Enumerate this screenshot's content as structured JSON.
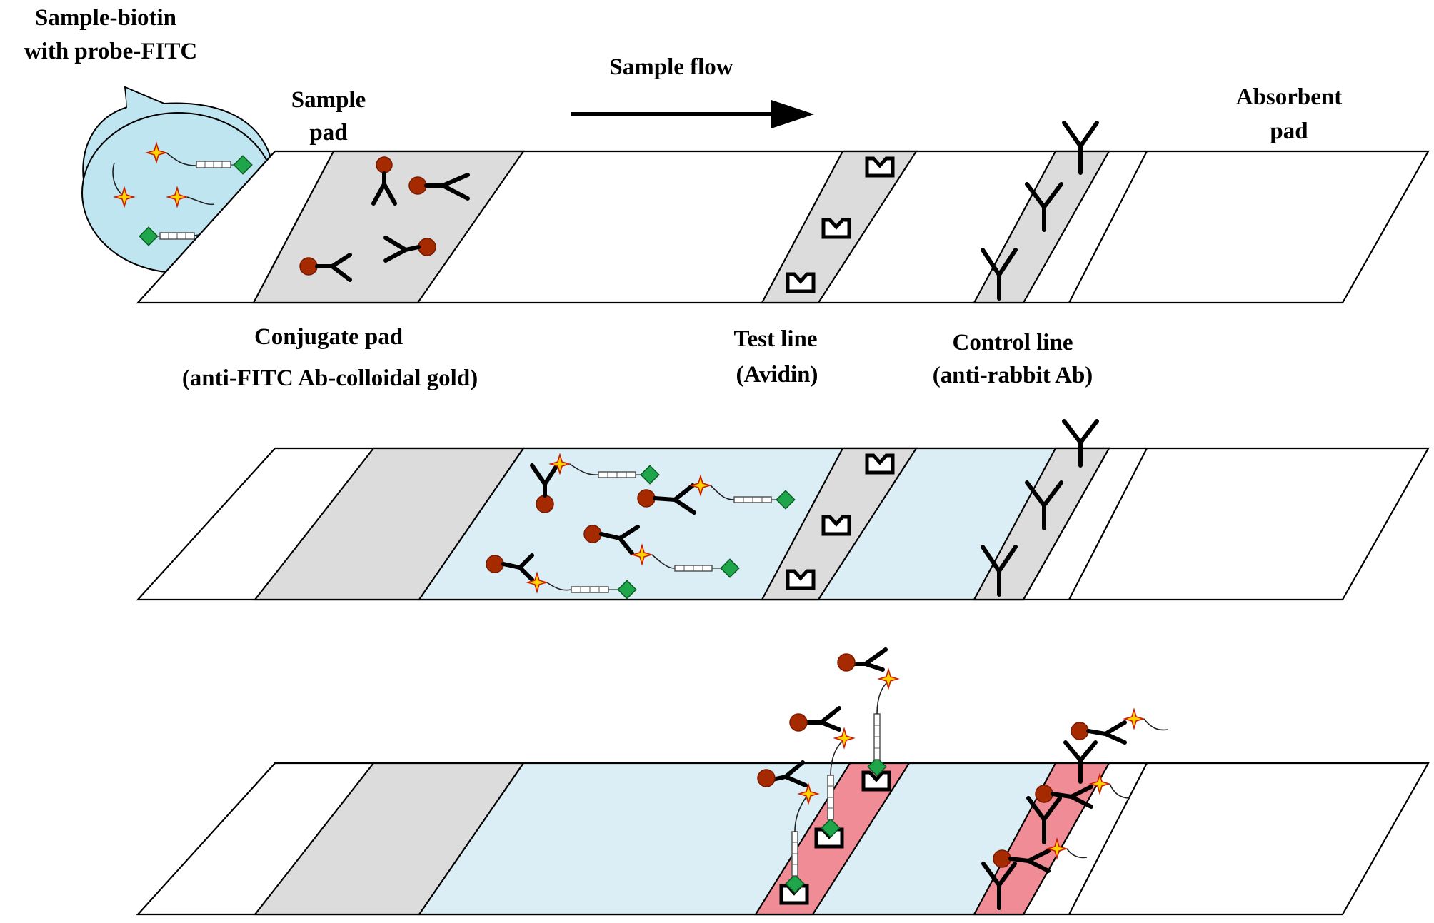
{
  "labels": {
    "sample_line1": "Sample-biotin",
    "sample_line2": "with probe-FITC",
    "flow": "Sample flow",
    "sample_pad_line1": "Sample",
    "sample_pad_line2": "pad",
    "absorbent_line1": "Absorbent",
    "absorbent_line2": "pad",
    "conjugate_line1": "Conjugate  pad",
    "conjugate_line2": "(anti-FITC Ab-colloidal gold)",
    "test_line1": "Test line",
    "test_line2": "(Avidin)",
    "control_line1": "Control line",
    "control_line2": "(anti-rabbit Ab)"
  },
  "colors": {
    "pad_gray": "#dcdcdc",
    "sample_blue": "#dbeef6",
    "positive_red": "#f08c96",
    "gold_particle": "#a52a00",
    "fitc_star": "#ffd200",
    "biotin": "#1fa64a",
    "bubble": "#bfe5f0"
  },
  "icons": {
    "antibody": "antibody-icon",
    "gold": "colloidal-gold-icon",
    "fitc": "fitc-star-icon",
    "biotin": "biotin-diamond-icon",
    "avidin": "avidin-icon"
  }
}
